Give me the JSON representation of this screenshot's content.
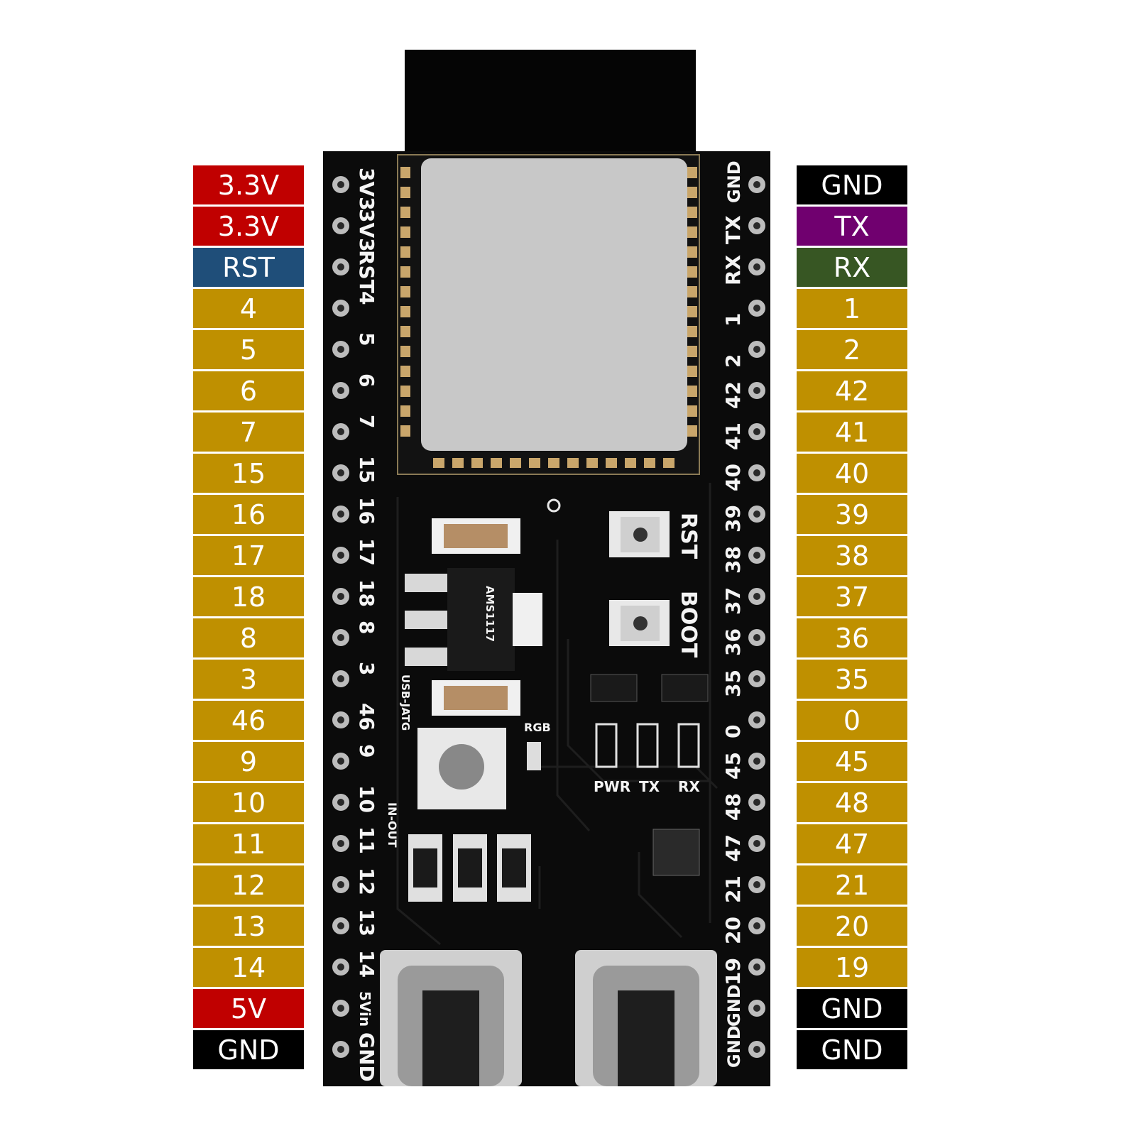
{
  "left_pins": [
    {
      "label": "3.3V",
      "type": "power"
    },
    {
      "label": "3.3V",
      "type": "power"
    },
    {
      "label": "RST",
      "type": "rst"
    },
    {
      "label": "4",
      "type": "gpio"
    },
    {
      "label": "5",
      "type": "gpio"
    },
    {
      "label": "6",
      "type": "gpio"
    },
    {
      "label": "7",
      "type": "gpio"
    },
    {
      "label": "15",
      "type": "gpio"
    },
    {
      "label": "16",
      "type": "gpio"
    },
    {
      "label": "17",
      "type": "gpio"
    },
    {
      "label": "18",
      "type": "gpio"
    },
    {
      "label": "8",
      "type": "gpio"
    },
    {
      "label": "3",
      "type": "gpio"
    },
    {
      "label": "46",
      "type": "gpio"
    },
    {
      "label": "9",
      "type": "gpio"
    },
    {
      "label": "10",
      "type": "gpio"
    },
    {
      "label": "11",
      "type": "gpio"
    },
    {
      "label": "12",
      "type": "gpio"
    },
    {
      "label": "13",
      "type": "gpio"
    },
    {
      "label": "14",
      "type": "gpio"
    },
    {
      "label": "5V",
      "type": "power"
    },
    {
      "label": "GND",
      "type": "gnd"
    }
  ],
  "right_pins": [
    {
      "label": "GND",
      "type": "gnd"
    },
    {
      "label": "TX",
      "type": "tx"
    },
    {
      "label": "RX",
      "type": "rx"
    },
    {
      "label": "1",
      "type": "gpio"
    },
    {
      "label": "2",
      "type": "gpio"
    },
    {
      "label": "42",
      "type": "gpio"
    },
    {
      "label": "41",
      "type": "gpio"
    },
    {
      "label": "40",
      "type": "gpio"
    },
    {
      "label": "39",
      "type": "gpio"
    },
    {
      "label": "38",
      "type": "gpio"
    },
    {
      "label": "37",
      "type": "gpio"
    },
    {
      "label": "36",
      "type": "gpio"
    },
    {
      "label": "35",
      "type": "gpio"
    },
    {
      "label": "0",
      "type": "gpio"
    },
    {
      "label": "45",
      "type": "gpio"
    },
    {
      "label": "48",
      "type": "gpio"
    },
    {
      "label": "47",
      "type": "gpio"
    },
    {
      "label": "21",
      "type": "gpio"
    },
    {
      "label": "20",
      "type": "gpio"
    },
    {
      "label": "19",
      "type": "gpio"
    },
    {
      "label": "GND",
      "type": "gnd"
    },
    {
      "label": "GND",
      "type": "gnd"
    }
  ],
  "board_silkscreen": {
    "left": [
      "3V3",
      "3V3",
      "RST",
      "4",
      "5",
      "6",
      "7",
      "15",
      "16",
      "17",
      "18",
      "8",
      "3",
      "46",
      "9",
      "10",
      "11",
      "12",
      "13",
      "14",
      "5Vin",
      "GND"
    ],
    "right": [
      "GND",
      "TX",
      "RX",
      "1",
      "2",
      "42",
      "41",
      "40",
      "39",
      "38",
      "37",
      "36",
      "35",
      "0",
      "45",
      "48",
      "47",
      "21",
      "20",
      "19",
      "GND",
      "GND"
    ],
    "rst_button": "RST",
    "boot_button": "BOOT",
    "led_pwr": "PWR",
    "led_tx": "TX",
    "led_rx": "RX",
    "rgb": "RGB",
    "usb_jtag": "USB-JATG",
    "in_out": "IN-OUT",
    "regulator": "AMS1117"
  },
  "colors": {
    "power": "#c00000",
    "gnd": "#000000",
    "rst": "#1f4e79",
    "gpio": "#bf9000",
    "tx": "#70006f",
    "rx": "#375623",
    "pcb": "#0b0b0b"
  }
}
